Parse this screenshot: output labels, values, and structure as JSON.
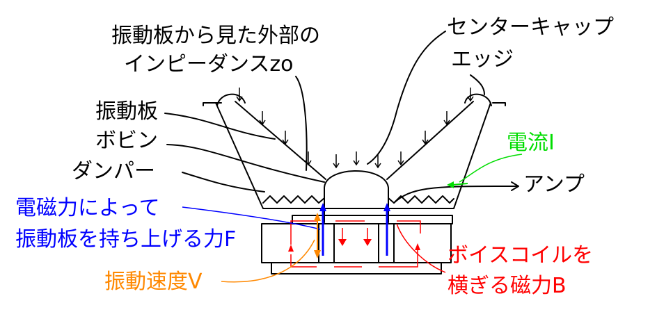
{
  "labels": {
    "zo_line1": "振動板から見た外部の",
    "zo_line2": "インピーダンスzo",
    "center_cap": "センターキャップ",
    "edge": "エッジ",
    "diaphragm": "振動板",
    "bobbin": "ボビン",
    "damper": "ダンパー",
    "current": "電流I",
    "amp": "アンプ",
    "force_line1": "電磁力によって",
    "force_line2": "振動板を持ち上げる力F",
    "velocity": "振動速度V",
    "flux_line1": "ボイスコイルを",
    "flux_line2": "横ぎる磁力B"
  },
  "colors": {
    "force": "#0000ff",
    "flux": "#ff0000",
    "velocity": "#ff8800",
    "current": "#00dd00",
    "line": "#000000"
  }
}
